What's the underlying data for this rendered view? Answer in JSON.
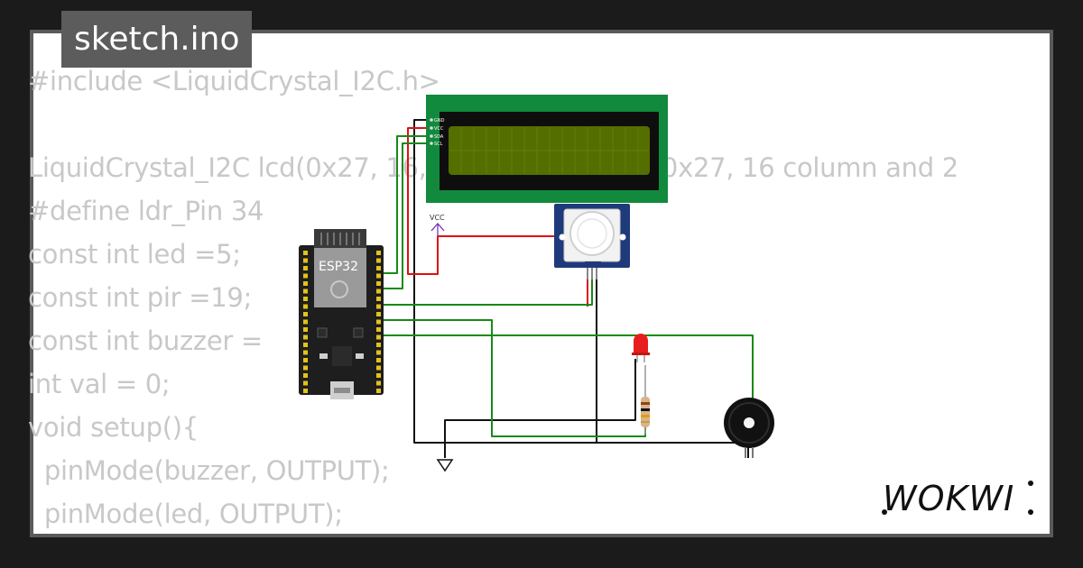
{
  "tab": {
    "filename": "sketch.ino"
  },
  "code_lines": [
    "#include <LiquidCrystal_I2C.h>",
    "",
    "LiquidCrystal_I2C lcd(0x27, 16, 2); // I2C address 0x27, 16 column and 2",
    "#define ldr_Pin 34",
    "const int led =5;",
    "const int pir =19;",
    "const int buzzer =",
    "int val = 0;",
    "void setup(){",
    "  pinMode(buzzer, OUTPUT);",
    "  pinMode(led, OUTPUT);"
  ],
  "lcd": {
    "pins": [
      "GND",
      "VCC",
      "SDA",
      "SCL"
    ]
  },
  "esp32": {
    "label": "ESP32"
  },
  "vcc_label": "VCC",
  "logo": {
    "text": "WOKWI"
  },
  "colors": {
    "wire_green": "#168a16",
    "wire_red": "#e01010",
    "wire_black": "#111111",
    "lcd_board": "#128a3d",
    "lcd_screen": "#546e00",
    "pir_board": "#1f3a7a",
    "led_red": "#e81e1e"
  }
}
